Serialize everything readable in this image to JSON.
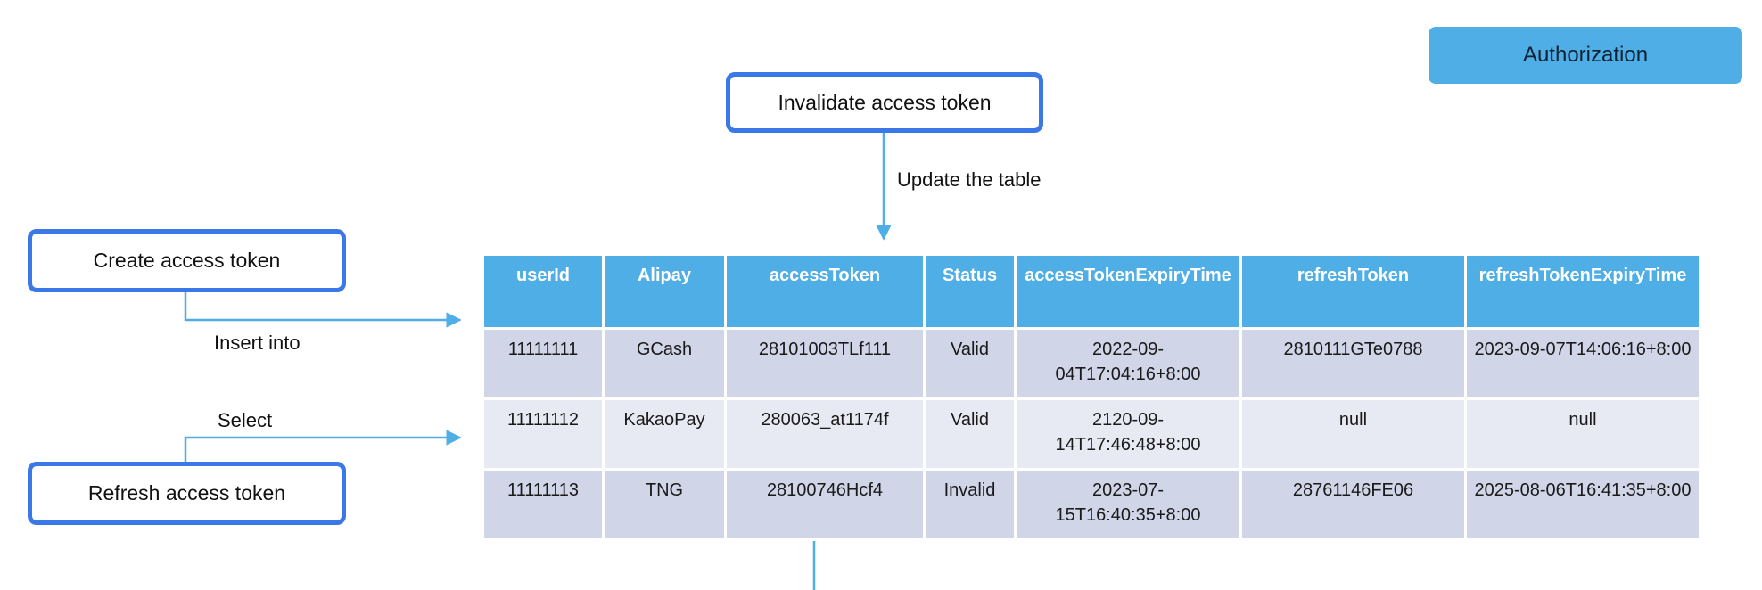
{
  "header": {
    "badge": "Authorization"
  },
  "boxes": {
    "invalidate": "Invalidate access token",
    "create": "Create access token",
    "refresh": "Refresh access token"
  },
  "edge_labels": {
    "update": "Update the table",
    "insert": "Insert into",
    "select": "Select"
  },
  "table": {
    "columns": [
      "userId",
      "Alipay",
      "accessToken",
      "Status",
      "accessTokenExpiryTime",
      "refreshToken",
      "refreshTokenExpiryTime"
    ],
    "rows": [
      [
        "11111111",
        "GCash",
        "28101003TLf111",
        "Valid",
        "2022-09-04T17:04:16+8:00",
        "2810111GTe0788",
        "2023-09-07T14:06:16+8:00"
      ],
      [
        "11111112",
        "KakaoPay",
        "280063_at1174f",
        "Valid",
        "2120-09-14T17:46:48+8:00",
        "null",
        "null"
      ],
      [
        "11111113",
        "TNG",
        "28100746Hcf4",
        "Invalid",
        "2023-07-15T16:40:35+8:00",
        "28761146FE06",
        "2025-08-06T16:41:35+8:00"
      ]
    ]
  },
  "colors": {
    "accent": "#4faee6",
    "box_border": "#3b78e7",
    "row_dark": "#d0d5e8",
    "row_light": "#e8eaf3"
  }
}
